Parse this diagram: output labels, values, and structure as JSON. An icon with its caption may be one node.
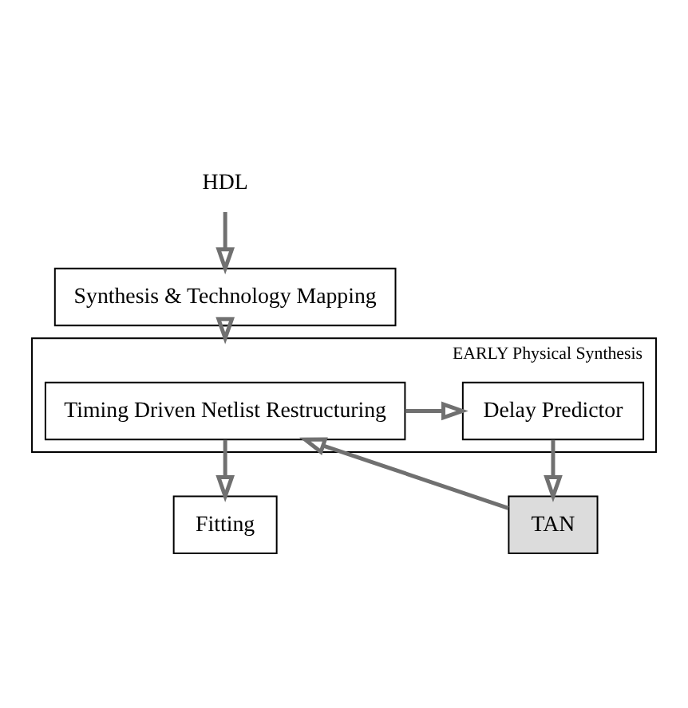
{
  "diagram": {
    "nodes": [
      {
        "text": [
          "HDL"
        ]
      },
      {
        "text": [
          "Synthesis & Technology Mapping"
        ]
      },
      {
        "text": [
          "EARLY Physical Synthesis"
        ]
      },
      {
        "text": [
          "Delay Predictor"
        ],
        "in": 2
      },
      {
        "text": [
          "Timing Driven Netlist Restructuring"
        ],
        "in": 2
      },
      {
        "text": [
          "TAN"
        ]
      },
      {
        "text": [
          "Fitting"
        ]
      }
    ],
    "edges": [
      {
        "from": 0,
        "to": 1,
        "arrow": "to"
      },
      {
        "from": 1,
        "to": 2,
        "arrow": "to"
      },
      {
        "from": 4,
        "to": 3,
        "arrow": "to"
      },
      {
        "from": 3,
        "to": 5,
        "arrow": "to"
      },
      {
        "from": 5,
        "to": 4,
        "arrow": "to"
      },
      {
        "from": 4,
        "to": 6,
        "arrow": "to"
      }
    ]
  }
}
